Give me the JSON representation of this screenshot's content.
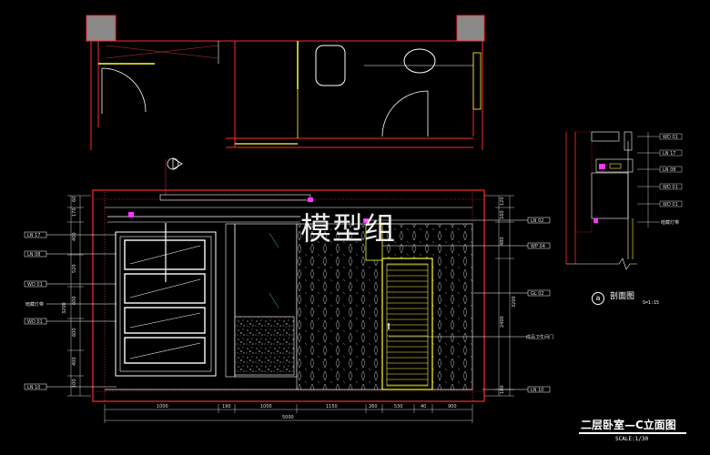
{
  "watermark": "模型组",
  "drawing_title": "二层卧室—C立面图",
  "drawing_scale": "SCALE:1/30",
  "section": {
    "marker": "a",
    "title": "剖面图",
    "scale": "S=1:15",
    "tags": [
      "WD 01",
      "LN 17",
      "LN 08",
      "WD 01",
      "WD 01"
    ],
    "note": "暗藏灯带"
  },
  "left_tags": [
    "LN 17",
    "LN 08",
    "WD 01",
    "暗藏灯带",
    "WD 01",
    "LN 10"
  ],
  "right_tags": [
    "LN 02",
    "WP 04",
    "GL 02",
    "成品卫生间门",
    "LN 10"
  ],
  "bottom_dims": [
    "1000",
    "190",
    "1000",
    "1150",
    "260",
    "530",
    "40",
    "900"
  ],
  "total_dim": "5000",
  "left_dims": [
    "60",
    "170",
    "400",
    "520",
    "600",
    "3200",
    "600",
    "400",
    "100"
  ],
  "right_dims": [
    "120",
    "160",
    "480",
    "3200",
    "2400",
    "100"
  ],
  "colors": {
    "wall": "#ff2a2a",
    "line": "#ffffff",
    "accent": "#ffff33",
    "door": "#e6e64d",
    "magenta": "#ff33ff",
    "grey_block": "#8a8a8a",
    "cyan": "#33cccc"
  }
}
